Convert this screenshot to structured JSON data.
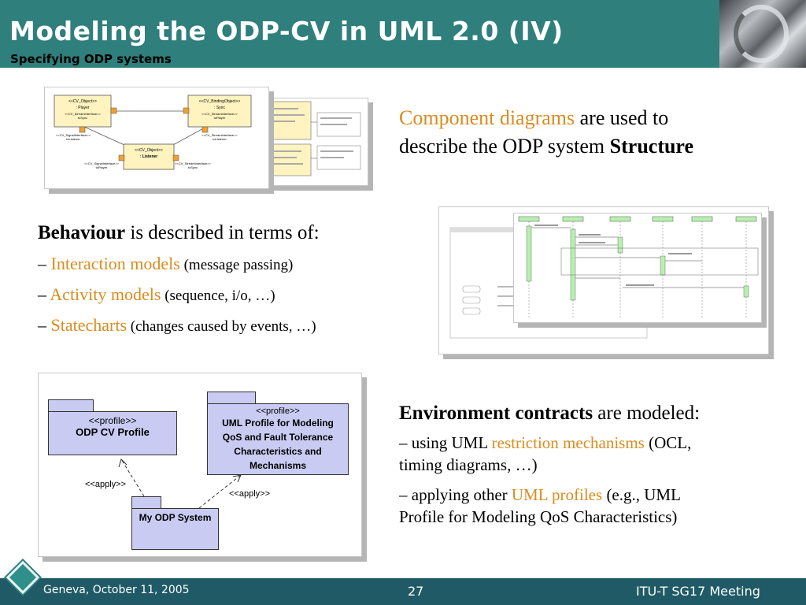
{
  "slide": {
    "title": "Modeling the ODP-CV in UML 2.0 (IV)",
    "subtitle": "Specifying ODP systems"
  },
  "component_text": {
    "line1_orange": "Component diagrams",
    "line1_rest": " are used to",
    "line2_prefix": "describe the ODP system ",
    "line2_bold": "Structure"
  },
  "behaviour": {
    "heading_bold": "Behaviour",
    "heading_rest": " is described in terms of:",
    "items": [
      {
        "dash": "– ",
        "label": "Interaction models",
        "detail": " (message passing)"
      },
      {
        "dash": "– ",
        "label": "Activity models",
        "detail": " (sequence, i/o, …)"
      },
      {
        "dash": "– ",
        "label": "Statecharts",
        "detail": " (changes caused by events, …)"
      }
    ]
  },
  "environment": {
    "heading_bold": "Environment contracts",
    "heading_rest": " are modeled:",
    "item1_a": "– using UML ",
    "item1_orange": "restriction mechanisms",
    "item1_b": " (OCL,",
    "item1_line2": "timing diagrams, …)",
    "item2_a": "– applying other ",
    "item2_orange": "UML profiles",
    "item2_b": " (e.g., UML",
    "item2_line2": "Profile for Modeling QoS Characteristics)"
  },
  "component_diagram": {
    "player_stereo": "<<CV_Object>>",
    "player_name": ": Player",
    "sync_stereo": "<<CV_BindingObject>>",
    "sync_name": ": Sync",
    "listener_stereo": "<<CV_Object>>",
    "listener_name": ": Listener",
    "if_player_sync": "<<CV_StreamInterface>>",
    "if_player_sync_name": "toSync",
    "if_sync_player": "<<CV_StreamInterface>>",
    "if_sync_player_name": "toPlayer",
    "if_player_listener": "<<CV_SignalInterface>>",
    "if_player_listener_name": "toListener",
    "if_sync_listener": "<<CV_StreamInterface>>",
    "if_sync_listener_name": "toListener",
    "if_listener_player": "<<CV_SignalInterface>>",
    "if_listener_player_name": "toPlayer",
    "if_listener_sync": "<<CV_StreamInterface>>",
    "if_listener_sync_name": "toSync"
  },
  "profile_diagram": {
    "odp_stereo": "<<profile>>",
    "odp_name": "ODP CV Profile",
    "qos_stereo": "<<profile>>",
    "qos_name_lines": [
      "UML Profile for Modeling",
      "QoS and Fault Tolerance",
      "Characteristics and",
      "Mechanisms"
    ],
    "system_name": "My ODP System",
    "apply_left": "<<apply>>",
    "apply_right": "<<apply>>"
  },
  "footer": {
    "location_date": "Geneva, October 11, 2005",
    "page_number": "27",
    "meeting": "ITU-T SG17 Meeting"
  },
  "colors": {
    "header": "#2f7f7c",
    "footer": "#1f5a66",
    "accent_orange": "#d98c1f",
    "package_fill": "#c9cbf2",
    "component_fill": "#fff3c0"
  }
}
